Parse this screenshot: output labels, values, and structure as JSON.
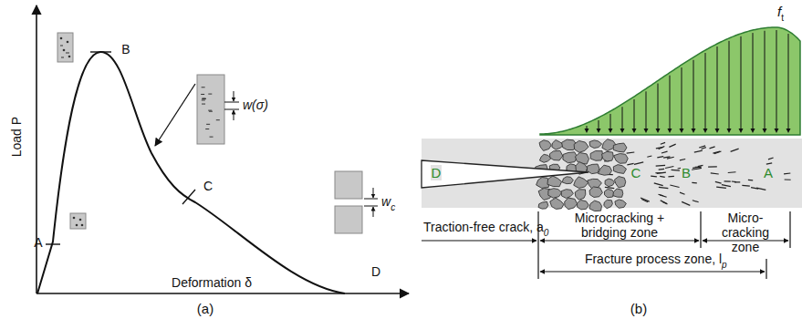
{
  "diagram": {
    "labels": [
      "Load P",
      "Deformation δ",
      "A",
      "B",
      "C",
      "D",
      "w(σ)",
      "w",
      "c",
      "(a)",
      "f",
      "t",
      "D",
      "C",
      "B",
      "A",
      "Traction-free crack, a",
      "0",
      "Microcracking + bridging zone",
      "Micro-cracking zone",
      "Fracture process zone, l",
      "p",
      "(b)"
    ]
  }
}
